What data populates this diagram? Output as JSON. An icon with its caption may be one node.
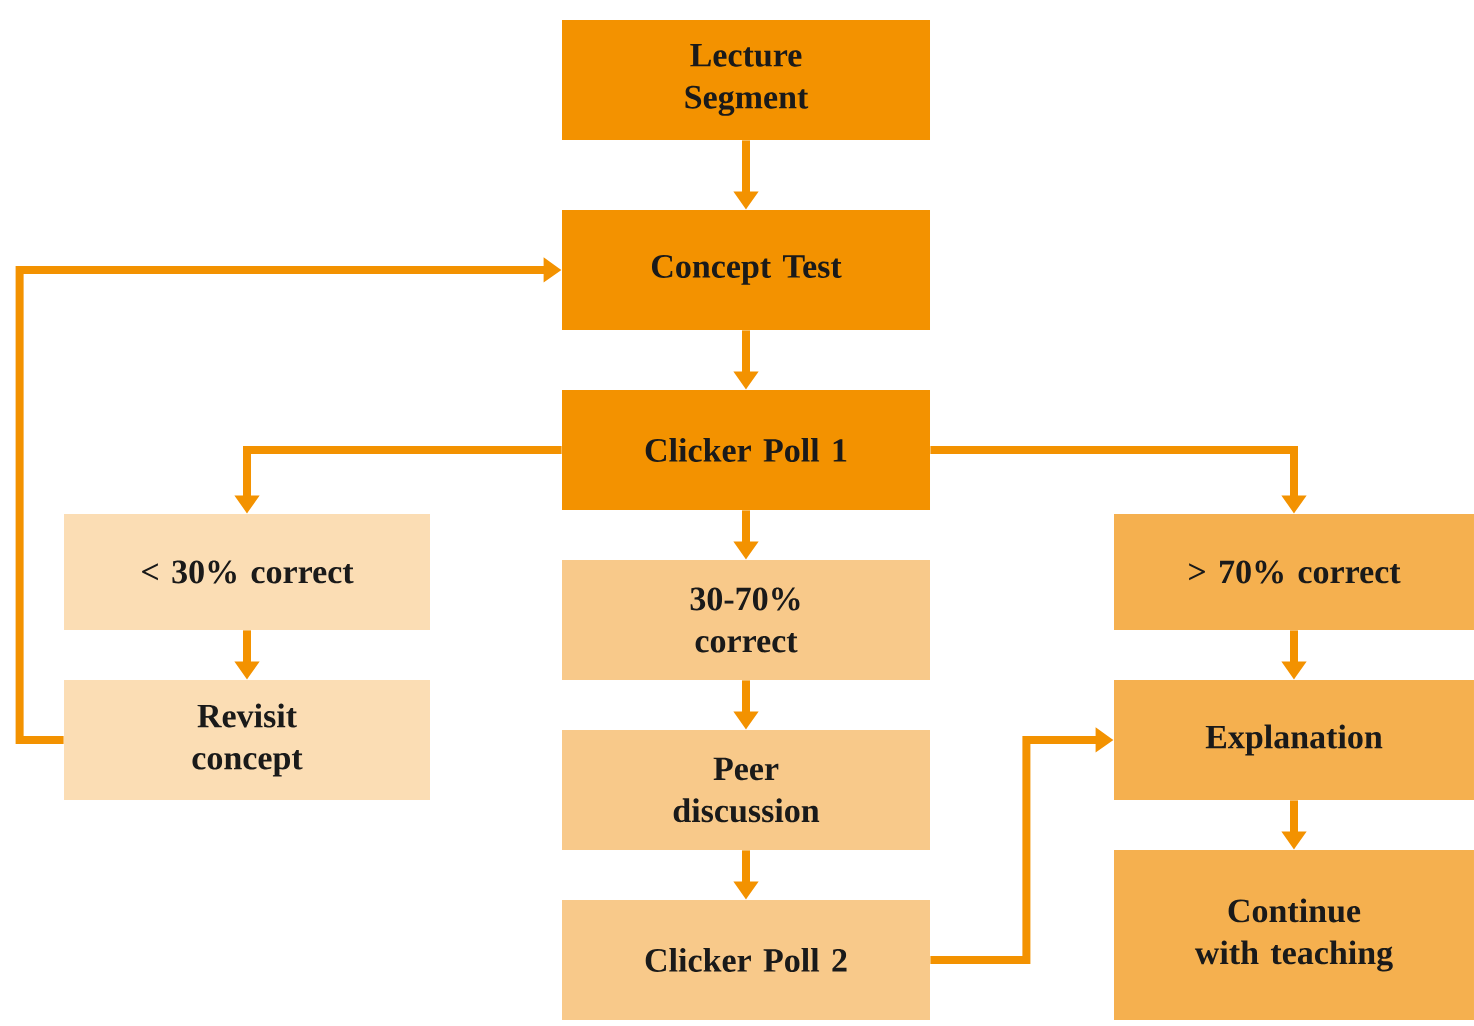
{
  "diagram": {
    "nodes": [
      {
        "text": [
          "Lecture Segment"
        ]
      },
      {
        "text": [
          "Concept Test"
        ]
      },
      {
        "text": [
          "Clicker Poll 1"
        ]
      },
      {
        "text": [
          "< 30% correct"
        ]
      },
      {
        "text": [
          "Revisit concept"
        ]
      },
      {
        "text": [
          "30-70% correct"
        ]
      },
      {
        "text": [
          "Peer discussion"
        ]
      },
      {
        "text": [
          "Clicker Poll 2"
        ]
      },
      {
        "text": [
          "> 70% correct"
        ]
      },
      {
        "text": [
          "Explanation"
        ]
      },
      {
        "text": [
          "Continue with teaching"
        ]
      }
    ],
    "edges": [
      {
        "from": 0,
        "to": 1,
        "arrow": "to"
      },
      {
        "from": 1,
        "to": 2,
        "arrow": "to"
      },
      {
        "from": 2,
        "to": 3,
        "arrow": "to"
      },
      {
        "from": 2,
        "to": 5,
        "arrow": "to"
      },
      {
        "from": 2,
        "to": 8,
        "arrow": "to"
      },
      {
        "from": 3,
        "to": 4,
        "arrow": "to"
      },
      {
        "from": 4,
        "to": 1,
        "arrow": "to"
      },
      {
        "from": 5,
        "to": 6,
        "arrow": "to"
      },
      {
        "from": 6,
        "to": 7,
        "arrow": "to"
      },
      {
        "from": 7,
        "to": 9,
        "arrow": "to"
      },
      {
        "from": 8,
        "to": 9,
        "arrow": "to"
      },
      {
        "from": 9,
        "to": 10,
        "arrow": "to"
      }
    ]
  }
}
